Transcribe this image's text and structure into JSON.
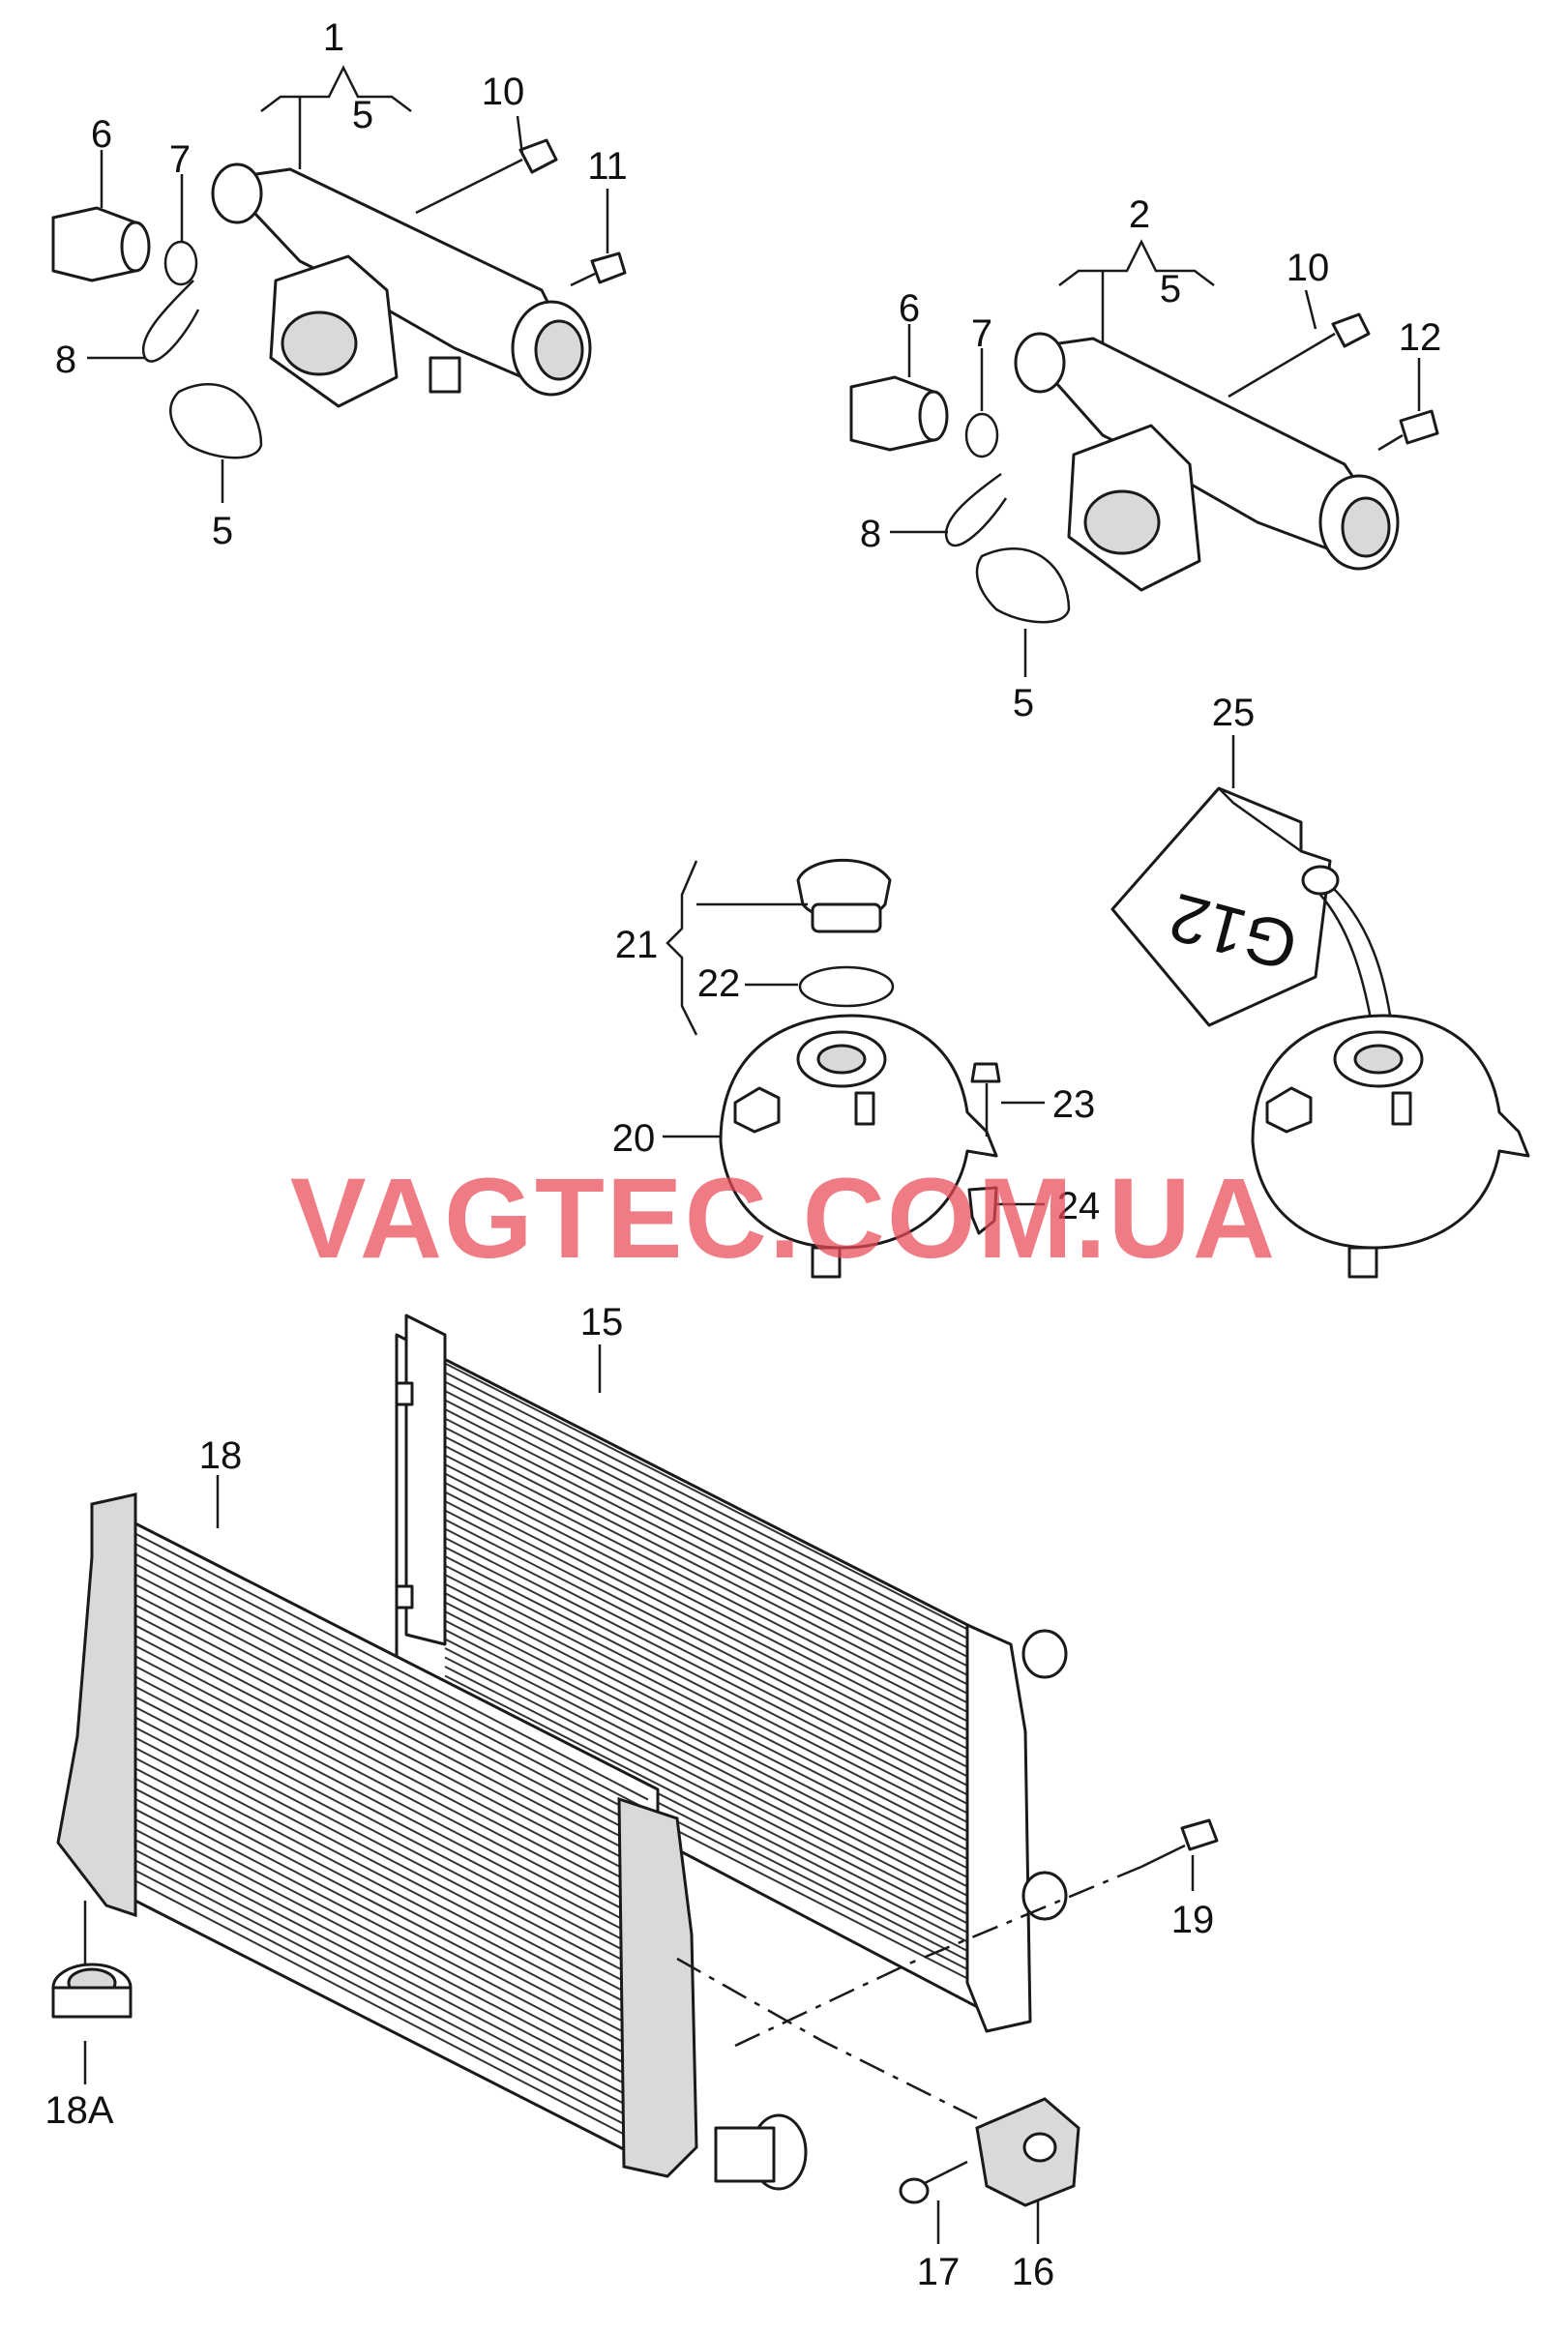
{
  "watermark": "VAGTEC.COM.UA",
  "canister_label": "G12",
  "callouts": {
    "c1": "1",
    "c1_5": "5",
    "c2": "2",
    "c2_5": "5",
    "c5a": "5",
    "c5b": "5",
    "c6a": "6",
    "c6b": "6",
    "c7a": "7",
    "c7b": "7",
    "c8a": "8",
    "c8b": "8",
    "c10a": "10",
    "c10b": "10",
    "c11": "11",
    "c12": "12",
    "c15": "15",
    "c16": "16",
    "c17": "17",
    "c18": "18",
    "c18a": "18A",
    "c19": "19",
    "c20": "20",
    "c21": "21",
    "c22": "22",
    "c23": "23",
    "c24": "24",
    "c25": "25"
  }
}
